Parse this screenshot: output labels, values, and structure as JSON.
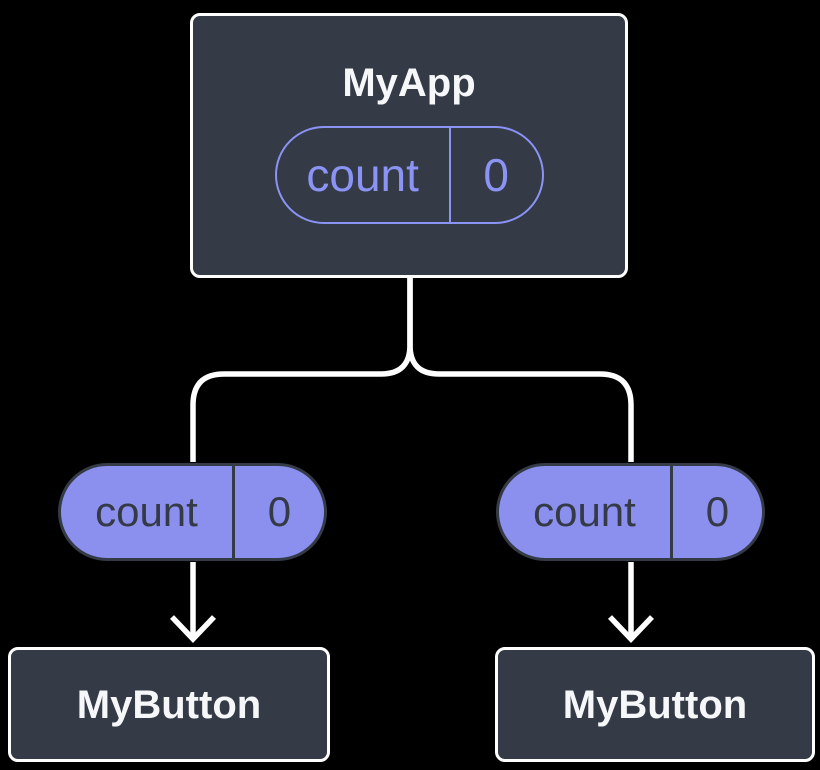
{
  "diagram": {
    "root": {
      "title": "MyApp",
      "state": {
        "name": "count",
        "value": "0"
      }
    },
    "children": [
      {
        "title": "MyButton",
        "state": {
          "name": "count",
          "value": "0"
        }
      },
      {
        "title": "MyButton",
        "state": {
          "name": "count",
          "value": "0"
        }
      }
    ],
    "colors": {
      "background": "#000000",
      "node_fill": "#343a46",
      "node_border": "#ffffff",
      "node_text": "#f6f7f9",
      "pill_fill": "#8b90ee",
      "pill_outline": "#8b93f5",
      "pill_dark_text": "#343a46",
      "connector": "#ffffff"
    }
  }
}
